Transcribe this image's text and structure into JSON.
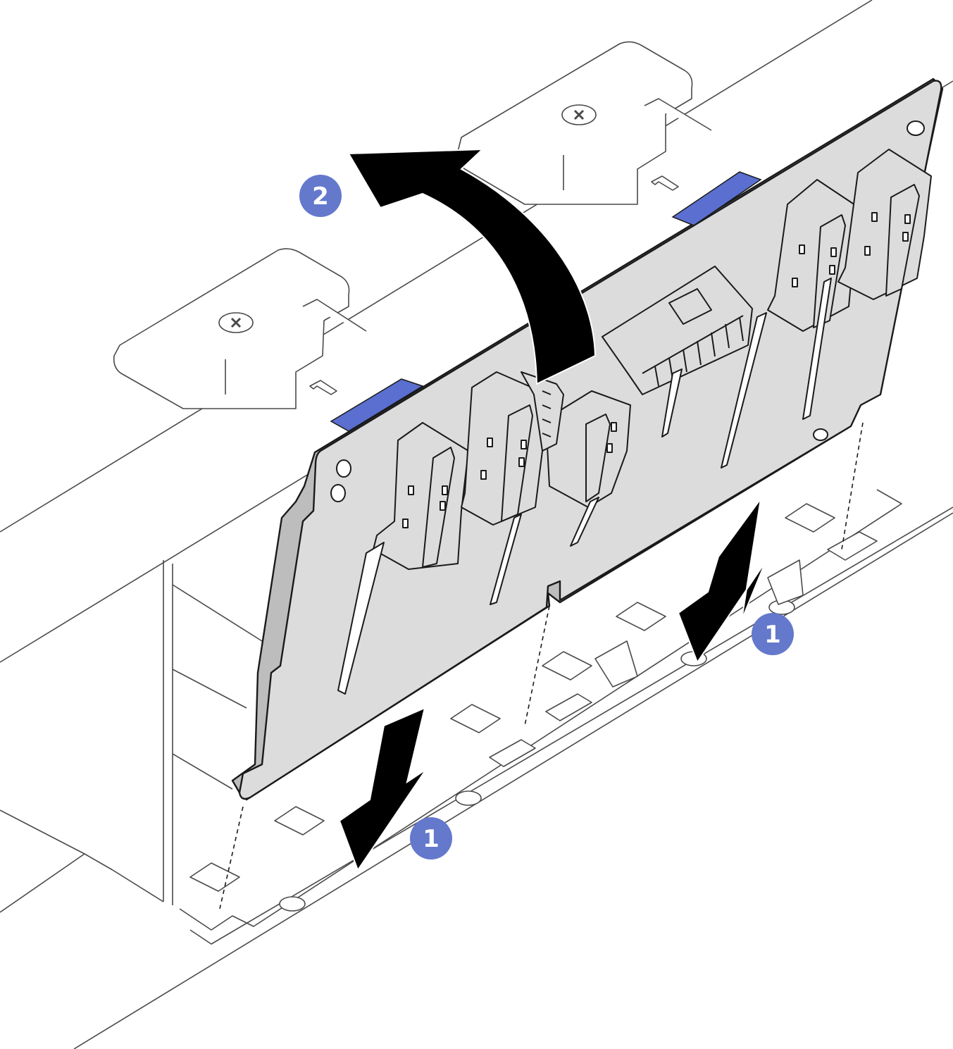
{
  "figure": {
    "colors": {
      "line": "#1a1a1a",
      "chassis_line": "#4a4a4a",
      "board_fill": "#dcdcdc",
      "board_edge": "#bdbdbd",
      "touch_point": "#5b6fd0",
      "callout": "#6478cc",
      "arrow": "#000000",
      "background": "#ffffff"
    },
    "callouts": [
      {
        "label": "2",
        "meaning": "rotate"
      },
      {
        "label": "1",
        "meaning": "lower"
      },
      {
        "label": "1",
        "meaning": "lower"
      }
    ],
    "icons": [
      "rotate-arrow",
      "down-arrow",
      "screw-icon"
    ]
  }
}
